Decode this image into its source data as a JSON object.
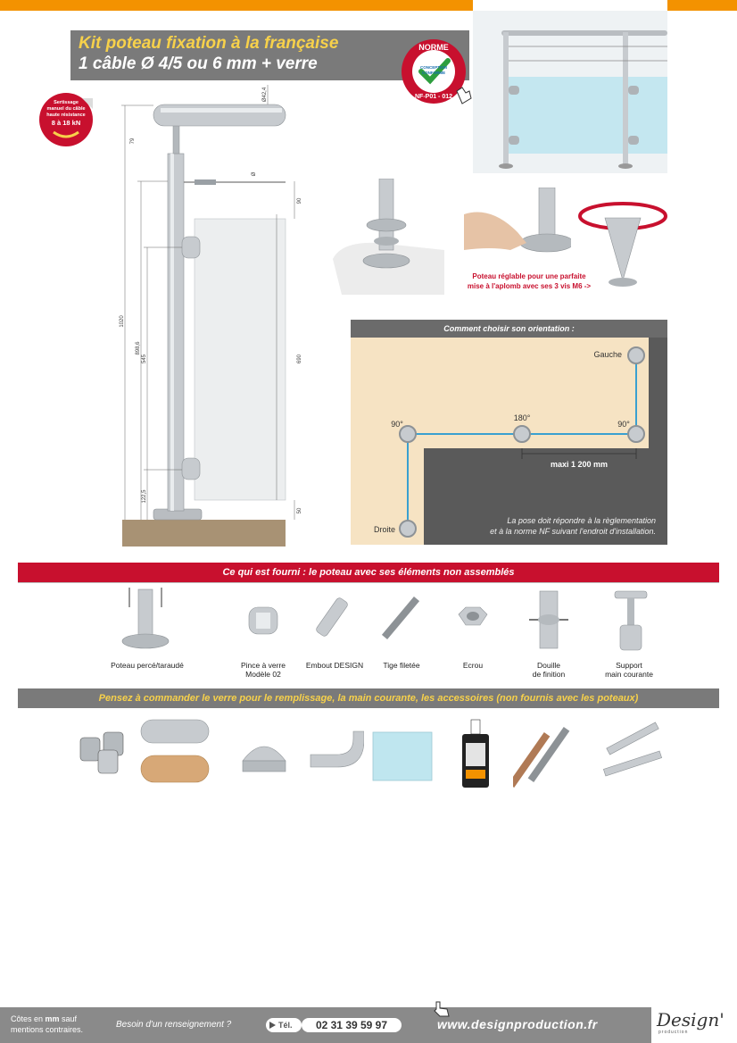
{
  "header": {
    "title_line1": "Kit poteau fixation à la française",
    "title_line2": "1 câble Ø 4/5 ou 6 mm + verre"
  },
  "norme_badge": {
    "top": "NORME",
    "middle_1": "CONCEPTION",
    "middle_2": "CONFORME",
    "bottom": "NF-P01 - 012",
    "color": "#c8102e"
  },
  "crimp_badge": {
    "line1": "Sertissage",
    "line2": "manuel du câble",
    "line3": "haute résistance",
    "value": "8 à 18 kN"
  },
  "drawing": {
    "dim_diameter": "Ø42,4",
    "dim_cable": "Ø",
    "dim_79": "79",
    "dim_90": "90",
    "dim_1020": "1020",
    "dim_898": "898,6",
    "dim_545": "545",
    "dim_690": "690",
    "dim_122": "122,5",
    "dim_50": "50"
  },
  "adjust_caption": {
    "line1": "Poteau réglable pour une parfaite",
    "line2": "mise à l'aplomb avec ses 3 vis M6 ->"
  },
  "orientation": {
    "title": "Comment choisir son orientation :",
    "label_gauche": "Gauche",
    "label_droite": "Droite",
    "label_90_left": "90°",
    "label_180": "180°",
    "label_90_right": "90°",
    "label_maxi": "maxi 1 200 mm",
    "note_line1": "La pose doit répondre à la règlementation",
    "note_line2": "et à la norme NF suivant l'endroit d'installation."
  },
  "supplied": {
    "title": "Ce qui est fourni : le poteau avec ses éléments non assemblés",
    "items": [
      {
        "label": "Poteau percé/taraudé"
      },
      {
        "label": "Pince à verre",
        "label2": "Modèle 02"
      },
      {
        "label": "Embout DESIGN"
      },
      {
        "label": "Tige filetée"
      },
      {
        "label": "Ecrou"
      },
      {
        "label": "Douille",
        "label2": "de finition"
      },
      {
        "label": "Support",
        "label2": "main courante"
      }
    ]
  },
  "order_banner": "Pensez à commander le verre pour le remplissage, la main courante, les accessoires (non fournis avec les poteaux)",
  "footer": {
    "note_part1": "Côtes en ",
    "note_bold": "mm",
    "note_part2": " sauf",
    "note_line2": "mentions contraires.",
    "question": "Besoin d'un renseignement ?",
    "tel_label": "Tél.",
    "phone": "02 31 39 59 97",
    "website": "www.designproduction.fr",
    "logo": "Design'",
    "logo_sub": "production"
  },
  "colors": {
    "accent_orange": "#f39200",
    "accent_red": "#c8102e",
    "banner_gray": "#7a7a7a",
    "title_yellow": "#f7d14a",
    "orientation_sand": "#f6e3c3",
    "orientation_dark": "#5a5a5a",
    "cable_blue": "#3aa0d0"
  }
}
